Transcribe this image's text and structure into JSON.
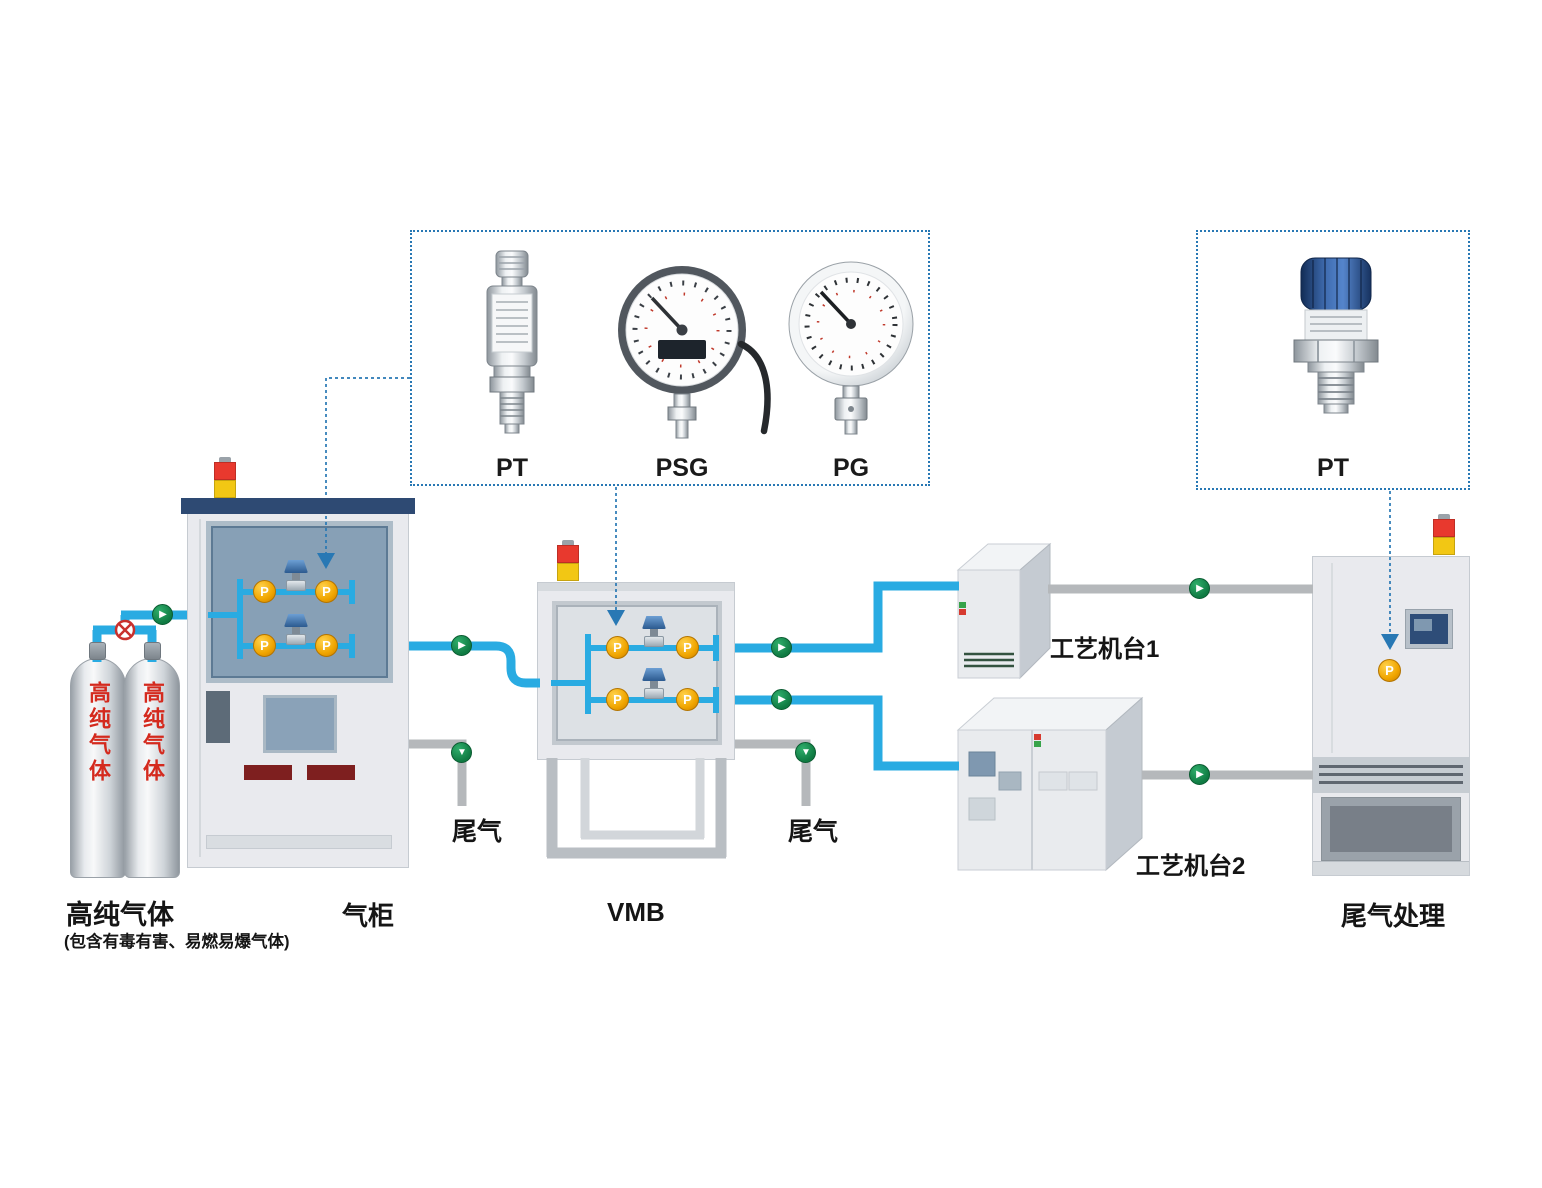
{
  "callout_main": {
    "products": [
      {
        "name": "pressure-transmitter",
        "label": "PT"
      },
      {
        "name": "digital-pressure-gauge",
        "label": "PSG"
      },
      {
        "name": "pressure-gauge",
        "label": "PG"
      }
    ]
  },
  "callout_right": {
    "products": [
      {
        "name": "pressure-transmitter-compact",
        "label": "PT"
      }
    ]
  },
  "source": {
    "cylinder_text": "高纯气体",
    "title": "高纯气体",
    "subtitle": "(包含有毒有害、易燃易爆气体)"
  },
  "stations": {
    "cabinet": "气柜",
    "vmb": "VMB",
    "machine1": "工艺机台1",
    "machine2": "工艺机台2",
    "treatment": "尾气处理"
  },
  "pipes": {
    "exhaust_label_1": "尾气",
    "exhaust_label_2": "尾气"
  },
  "badge_label": "P",
  "icons": {
    "flow_arrow_right": "▶",
    "flow_arrow_down": "▼"
  },
  "colors": {
    "gas_pipe": "#29abe2",
    "exhaust_pipe": "#b5b8bb",
    "badge_orange": "#f0a500",
    "callout_border": "#2878b4",
    "flow_arrow_green": "#0f7a42",
    "alarm_red": "#e8392e",
    "alarm_yellow": "#f2c714",
    "cylinder_text_red": "#d42a1e",
    "cabinet_topbar": "#2e4a73"
  }
}
